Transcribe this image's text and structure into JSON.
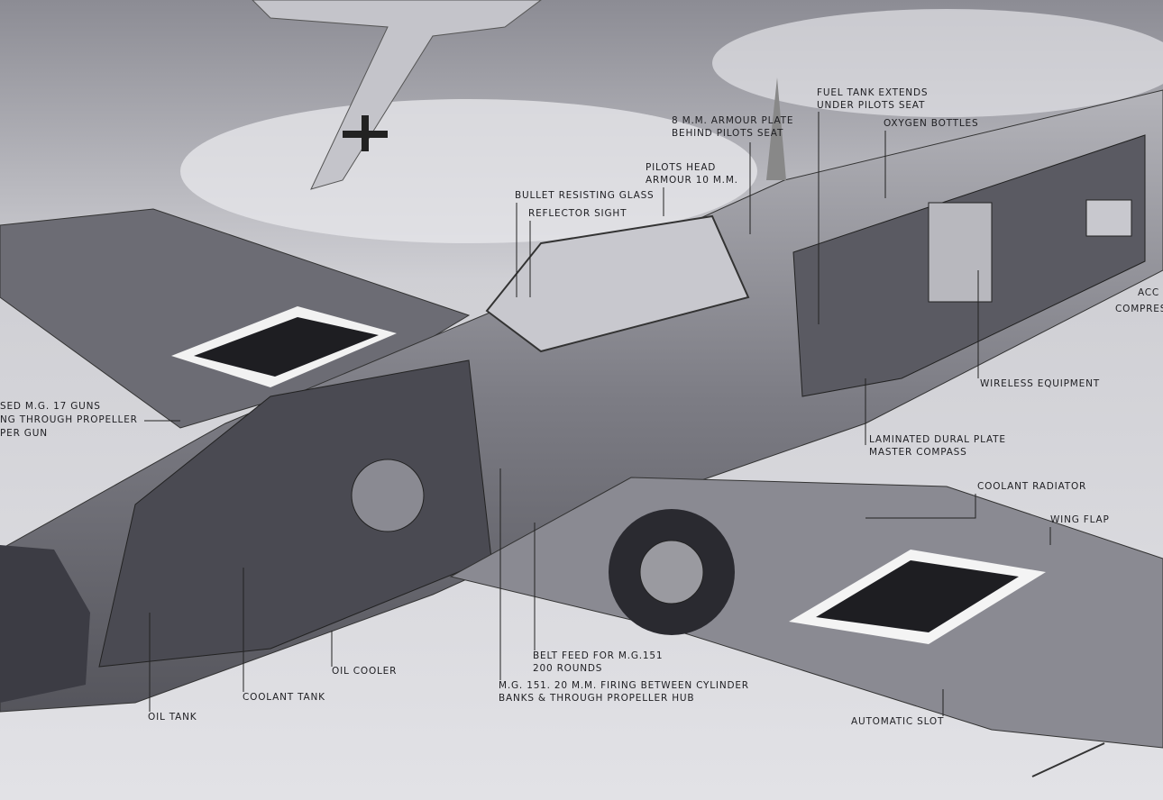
{
  "labels": {
    "fuel_tank": [
      "FUEL TANK EXTENDS",
      "UNDER PILOTS SEAT"
    ],
    "oxygen": "OXYGEN BOTTLES",
    "armour_plate": [
      "8 M.M. ARMOUR PLATE",
      "BEHIND PILOTS SEAT"
    ],
    "head_armour": [
      "PILOTS HEAD",
      "ARMOUR 10 M.M."
    ],
    "glass": "BULLET RESISTING GLASS",
    "sight": "REFLECTOR SIGHT",
    "accumulator": "ACC",
    "compressor": "COMPRES",
    "wireless": "WIRELESS EQUIPMENT",
    "dural": [
      "LAMINATED DURAL PLATE",
      "MASTER COMPASS"
    ],
    "radiator": "COOLANT RADIATOR",
    "flap": "WING FLAP",
    "guns": [
      "SED M.G. 17 GUNS",
      "NG THROUGH PROPELLER",
      "PER GUN"
    ],
    "oil_cooler": "OIL COOLER",
    "coolant_tank": "COOLANT TANK",
    "oil_tank": "OIL TANK",
    "belt_feed": [
      "BELT FEED FOR M.G.151",
      "200 ROUNDS"
    ],
    "cannon": [
      "M.G. 151. 20 M.M. FIRING BETWEEN CYLINDER",
      "BANKS & THROUGH PROPELLER HUB"
    ],
    "slot": "AUTOMATIC SLOT"
  },
  "colors": {
    "sky": "#d8d8dc",
    "metal": "#9a9aa0",
    "dark": "#3a3a40"
  }
}
